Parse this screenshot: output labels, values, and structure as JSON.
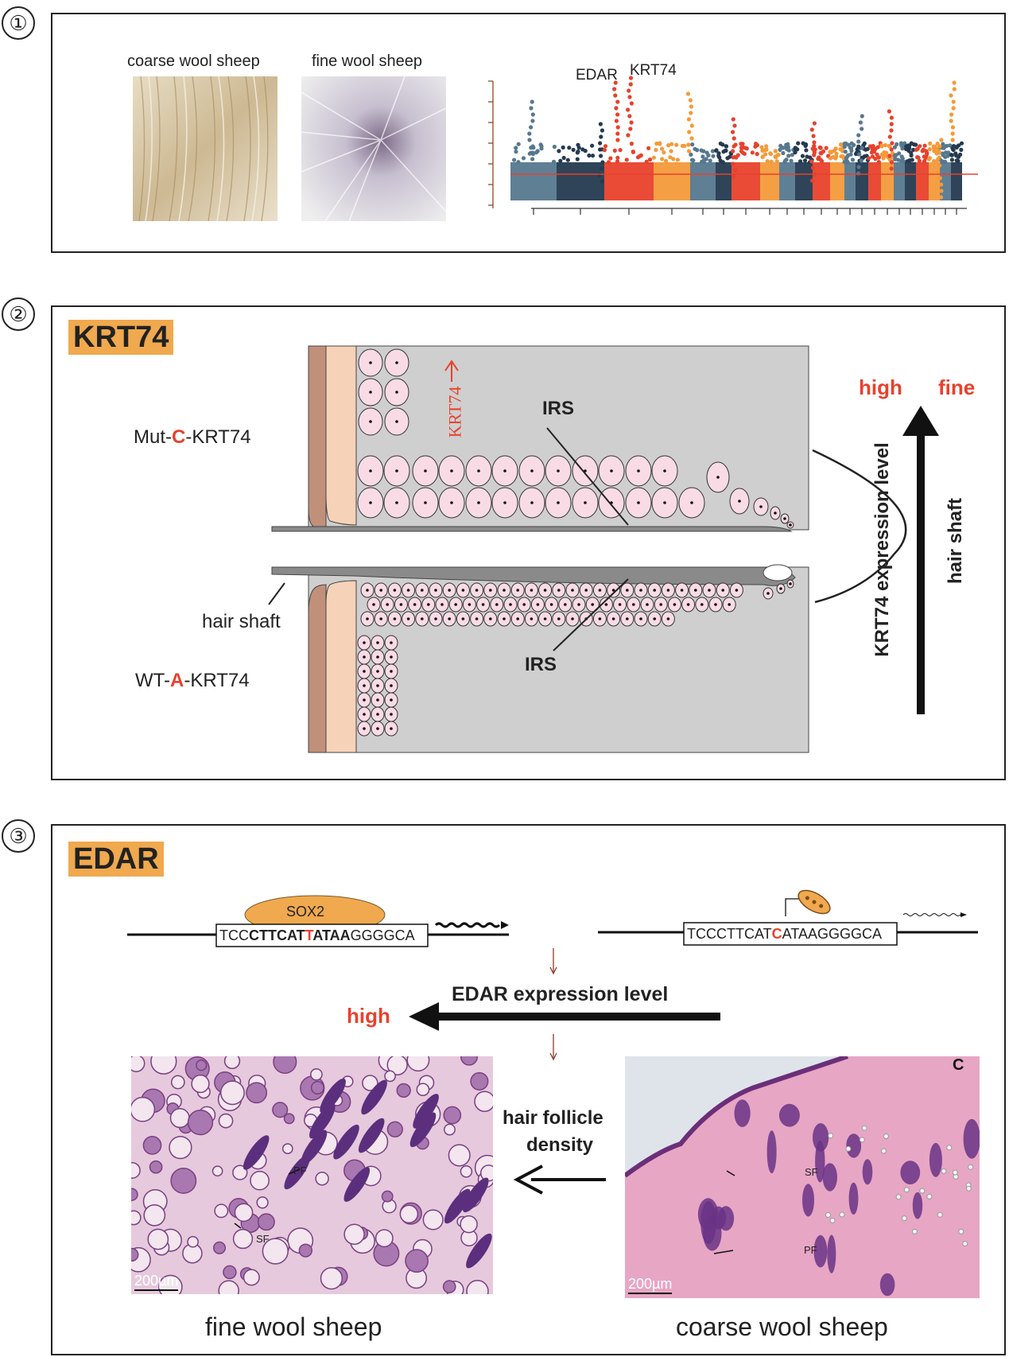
{
  "panel1": {
    "number": "①",
    "coarse_label": "coarse wool sheep",
    "fine_label": "fine wool sheep",
    "gene_edar": "EDAR",
    "gene_krt74": "KRT74"
  },
  "panel2": {
    "number": "②",
    "tag": "KRT74",
    "mut_prefix": "Mut-",
    "mut_allele": "C",
    "mut_suffix": "-KRT74",
    "wt_prefix": "WT-",
    "wt_allele": "A",
    "wt_suffix": "-KRT74",
    "krt74_arrow_label": "KRT74",
    "irs_top": "IRS",
    "irs_bottom": "IRS",
    "hair_shaft_label": "hair shaft",
    "expression_label": "KRT74 expression level",
    "high_label": "high",
    "fine_label": "fine",
    "hair_shaft_axis": "hair shaft"
  },
  "panel3": {
    "number": "③",
    "tag": "EDAR",
    "sox2": "SOX2",
    "seq_left_a": "TCC",
    "seq_left_b": "CTTCAT",
    "seq_left_c": "T",
    "seq_left_d": "ATAA",
    "seq_left_e": "GGGGCA",
    "seq_right_a": "TCCCTTCAT",
    "seq_right_b": "C",
    "seq_right_c": "ATAAGGGGCA",
    "expression_label": "EDAR expression level",
    "high_label": "high",
    "density_line1": "hair follicle",
    "density_line2": "density",
    "scale_left": "200µm",
    "scale_right": "200µm",
    "pf": "PF",
    "sf": "SF",
    "corner_c": "C",
    "fine_caption": "fine wool sheep",
    "coarse_caption": "coarse wool sheep"
  },
  "colors": {
    "accent_red": "#e8412c",
    "tag_orange": "#f0a94e",
    "cell_pink": "#f9dbe6",
    "panel_gray": "#cfcfcf"
  },
  "chart_data": {
    "type": "scatter",
    "title": "",
    "xlabel": "",
    "ylabel": "",
    "annotations": [
      "EDAR",
      "KRT74"
    ],
    "series_colors": [
      "#56788f",
      "#243a50",
      "#e8412c",
      "#f49a3a"
    ]
  }
}
